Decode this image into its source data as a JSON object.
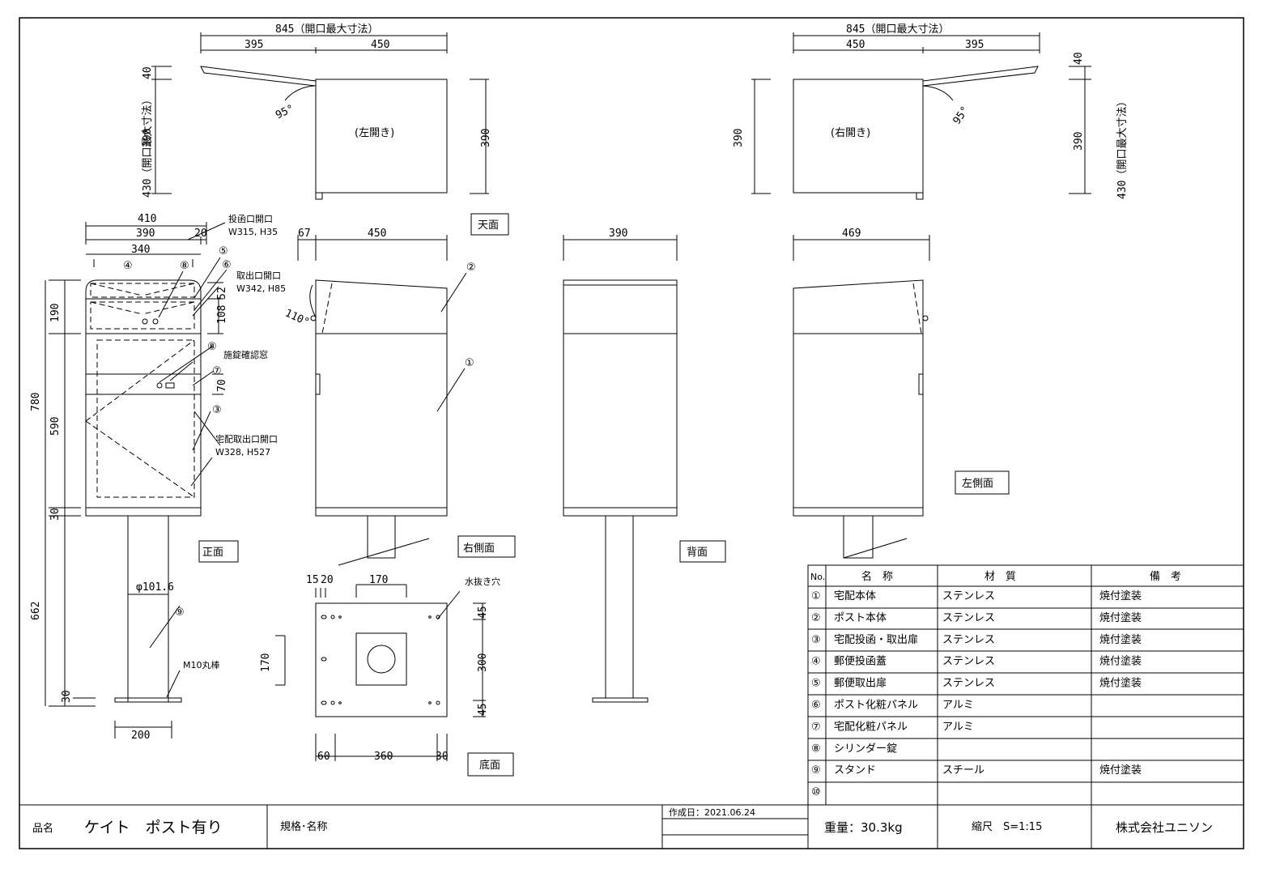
{
  "top_views": {
    "left": {
      "overall": "845（開口最大寸法）",
      "seg_a": "395",
      "seg_b": "450",
      "label": "(左開き)",
      "angle": "95°",
      "h_total": "430（開口最大寸法）",
      "h_40": "40",
      "h_390": "390",
      "h_right": "390"
    },
    "right": {
      "overall": "845（開口最大寸法）",
      "seg_a": "450",
      "seg_b": "395",
      "label": "(右開き)",
      "angle": "95°",
      "h_total": "430（開口最大寸法）",
      "h_40": "40",
      "h_390": "390",
      "h_left": "390"
    },
    "tag": "天面"
  },
  "front_view": {
    "tag": "正面",
    "w410": "410",
    "w390": "390",
    "w20": "20",
    "w340": "340",
    "h190": "190",
    "h780": "780",
    "h590": "590",
    "h30": "30",
    "h662": "662",
    "h30b": "30",
    "h52": "52",
    "h108": "108",
    "h70": "70",
    "pipe": "φ101.6",
    "base": "200",
    "note_slot": "投函口開口",
    "note_slot_size": "W315, H35",
    "note_outlet": "取出口開口",
    "note_outlet_size": "W342, H85",
    "note_lock": "施錠確認窓",
    "note_delivery": "宅配取出口開口",
    "note_delivery_size": "W328, H527",
    "note_rod": "M10丸棒",
    "marks": [
      "④",
      "⑧",
      "⑤",
      "⑥",
      "⑧",
      "⑦",
      "③",
      "⑨"
    ]
  },
  "right_side": {
    "tag": "右側面",
    "d67": "67",
    "d450": "450",
    "angle": "110°",
    "m2": "②",
    "m1": "①"
  },
  "back_view": {
    "tag": "背面",
    "d390": "390"
  },
  "left_side": {
    "tag": "左側面",
    "d469": "469"
  },
  "bottom_view": {
    "tag": "底面",
    "d15": "15",
    "d20": "20",
    "d170": "170",
    "d170v": "170",
    "d45a": "45",
    "d300": "300",
    "d45b": "45",
    "d60": "60",
    "d360": "360",
    "d30": "30",
    "drain": "水抜き穴"
  },
  "parts_table": {
    "headers": [
      "No.",
      "名　称",
      "材　質",
      "備　考"
    ],
    "rows": [
      [
        "①",
        "宅配本体",
        "ステンレス",
        "焼付塗装"
      ],
      [
        "②",
        "ポスト本体",
        "ステンレス",
        "焼付塗装"
      ],
      [
        "③",
        "宅配投函・取出扉",
        "ステンレス",
        "焼付塗装"
      ],
      [
        "④",
        "郵便投函蓋",
        "ステンレス",
        "焼付塗装"
      ],
      [
        "⑤",
        "郵便取出扉",
        "ステンレス",
        "焼付塗装"
      ],
      [
        "⑥",
        "ポスト化粧パネル",
        "アルミ",
        ""
      ],
      [
        "⑦",
        "宅配化粧パネル",
        "アルミ",
        ""
      ],
      [
        "⑧",
        "シリンダー錠",
        "",
        ""
      ],
      [
        "⑨",
        "スタンド",
        "スチール",
        "焼付塗装"
      ],
      [
        "⑩",
        "",
        "",
        ""
      ]
    ]
  },
  "title_block": {
    "product_label": "品名",
    "product_name": "ケイト　ポスト有り",
    "spec_label": "規格･名称",
    "date": "作成日：2021.06.24",
    "weight": "重量：30.3kg",
    "scale": "縮尺　S=1:15",
    "company": "株式会社ユニソン"
  }
}
